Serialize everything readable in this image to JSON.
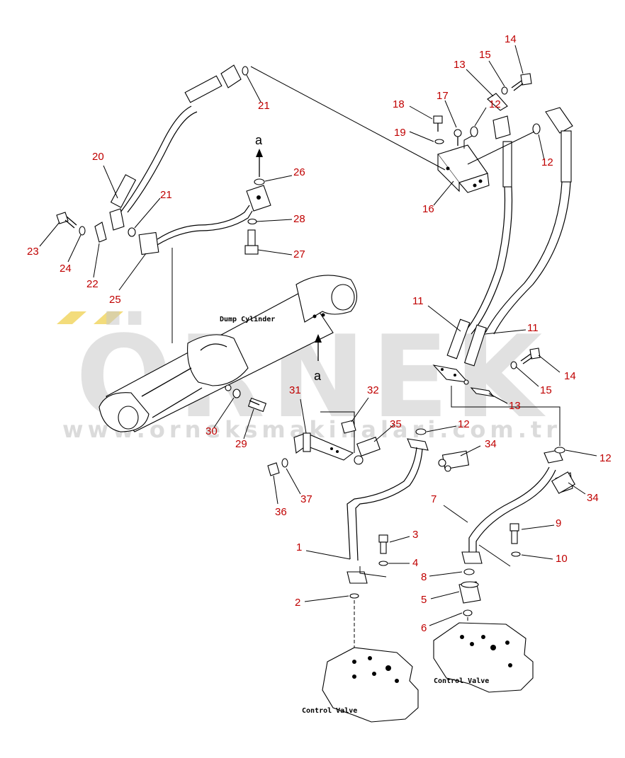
{
  "colors": {
    "callout": "#c00000",
    "line": "#000000",
    "watermark_gray": "#c9c9c9",
    "watermark_yellow": "#f3dc7b"
  },
  "watermark": {
    "brand": "ÖRNEK",
    "url": "www.orneksmakinalari.com.tr"
  },
  "labels": {
    "dump_cylinder": "Dump Cylinder",
    "control_valve_left": "Control Valve",
    "control_valve_right": "Control Valve",
    "arrow_a_top": "a",
    "arrow_a_mid": "a"
  },
  "callouts": [
    "1",
    "2",
    "3",
    "4",
    "5",
    "6",
    "7",
    "8",
    "9",
    "10",
    "11",
    "11",
    "12",
    "12",
    "12",
    "12",
    "12",
    "13",
    "13",
    "14",
    "14",
    "15",
    "15",
    "16",
    "17",
    "18",
    "19",
    "20",
    "21",
    "21",
    "22",
    "23",
    "24",
    "25",
    "26",
    "27",
    "28",
    "29",
    "30",
    "31",
    "32",
    "34",
    "34",
    "35",
    "36",
    "37"
  ]
}
